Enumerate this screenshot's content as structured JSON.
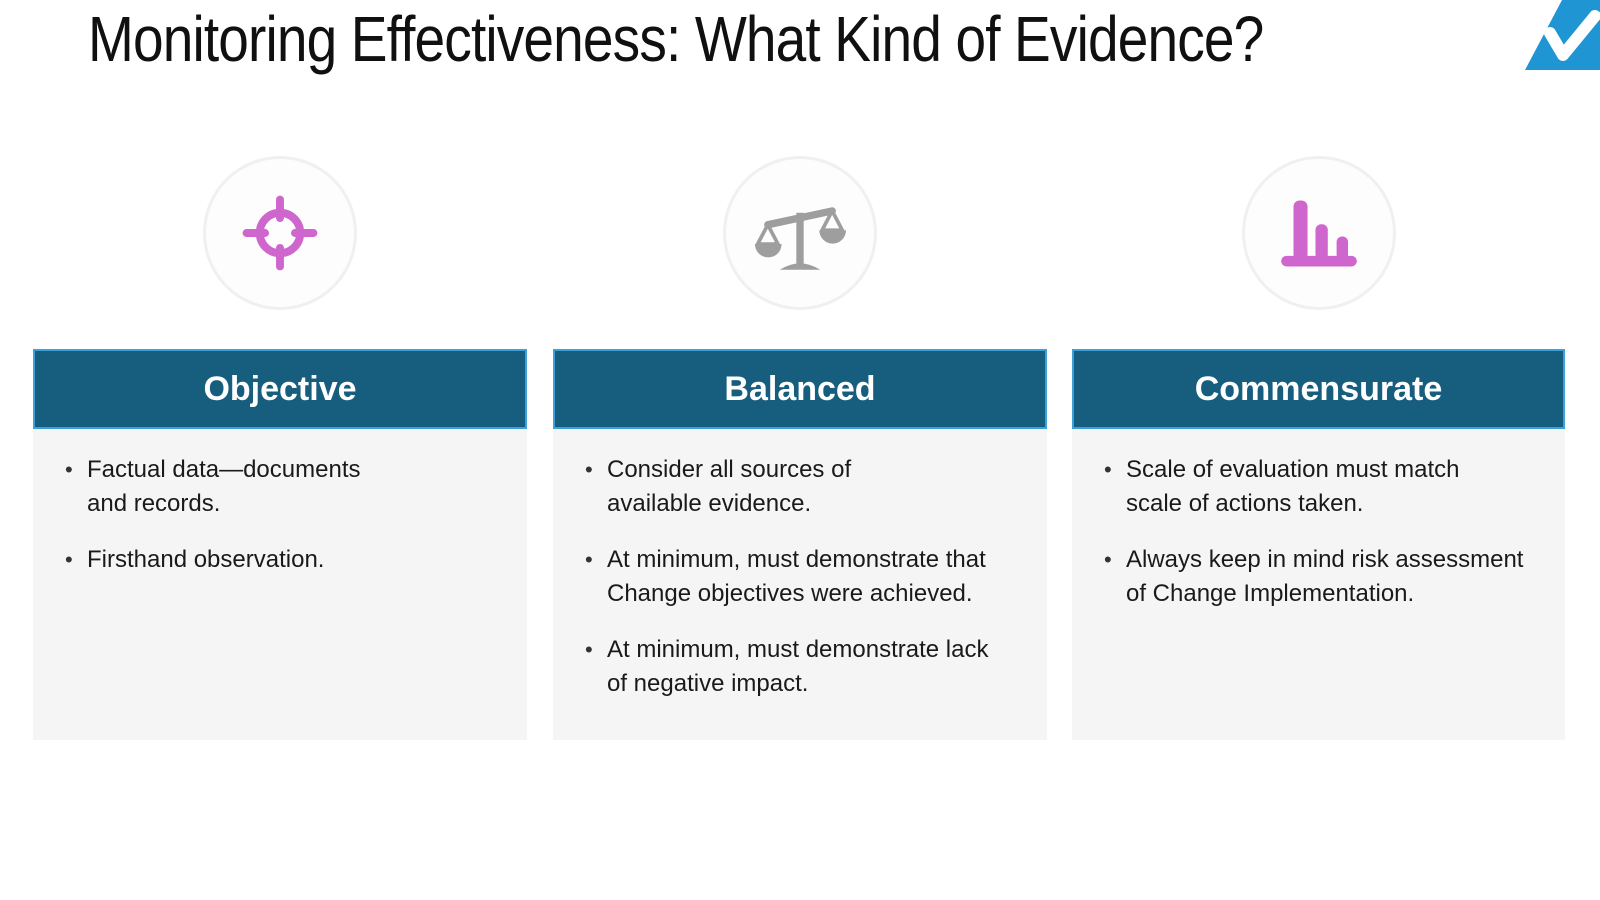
{
  "title": "Monitoring Effectiveness: What Kind of Evidence?",
  "corner_badge": {
    "icon": "checkmark-icon",
    "wedge_color": "#1f96d3",
    "check_color": "#ffffff"
  },
  "colors": {
    "header_background": "#175e7e",
    "header_border": "#3aa2da",
    "header_text": "#ffffff",
    "panel_background": "#f5f5f5",
    "body_text": "#1a1a1a",
    "magenta_icon": "#cf66ce",
    "gray_icon": "#9e9e9e",
    "circle_ring": "#f0f0f0"
  },
  "columns": [
    {
      "id": "objective",
      "icon": "crosshair-target-icon",
      "icon_color": "#cf66ce",
      "header": "Objective",
      "bullets": [
        "Factual data—documents\nand records.",
        "Firsthand observation."
      ]
    },
    {
      "id": "balanced",
      "icon": "balance-scale-icon",
      "icon_color": "#9e9e9e",
      "header": "Balanced",
      "bullets": [
        "Consider all sources of\navailable evidence.",
        "At minimum, must demonstrate that\nChange objectives were achieved.",
        "At minimum, must demonstrate lack\nof negative impact."
      ]
    },
    {
      "id": "commensurate",
      "icon": "bar-chart-icon",
      "icon_color": "#cf66ce",
      "header": "Commensurate",
      "bullets": [
        "Scale of evaluation must match\nscale of actions taken.",
        "Always keep in mind risk assessment\nof Change Implementation."
      ]
    }
  ]
}
